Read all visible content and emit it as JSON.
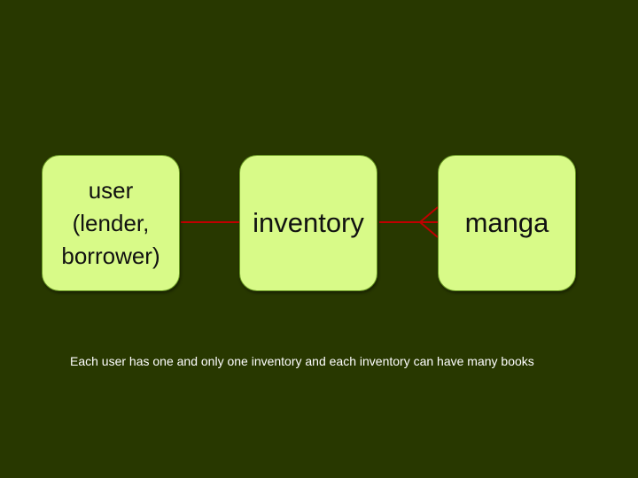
{
  "diagram": {
    "entities": [
      {
        "id": "user",
        "label": "user\n(lender,\nborrower)"
      },
      {
        "id": "inventory",
        "label": "inventory"
      },
      {
        "id": "manga",
        "label": "manga"
      }
    ],
    "relationships": [
      {
        "from": "user",
        "to": "inventory",
        "from_cardinality": "one",
        "to_cardinality": "one"
      },
      {
        "from": "inventory",
        "to": "manga",
        "from_cardinality": "one",
        "to_cardinality": "many"
      }
    ],
    "note": "Each user has one and only one inventory and each inventory can have many books"
  },
  "colors": {
    "background": "#283800",
    "entity_fill": "#d8fa88",
    "entity_border": "#6a9a24",
    "connector": "#c00000",
    "note_text": "#ffffff"
  }
}
